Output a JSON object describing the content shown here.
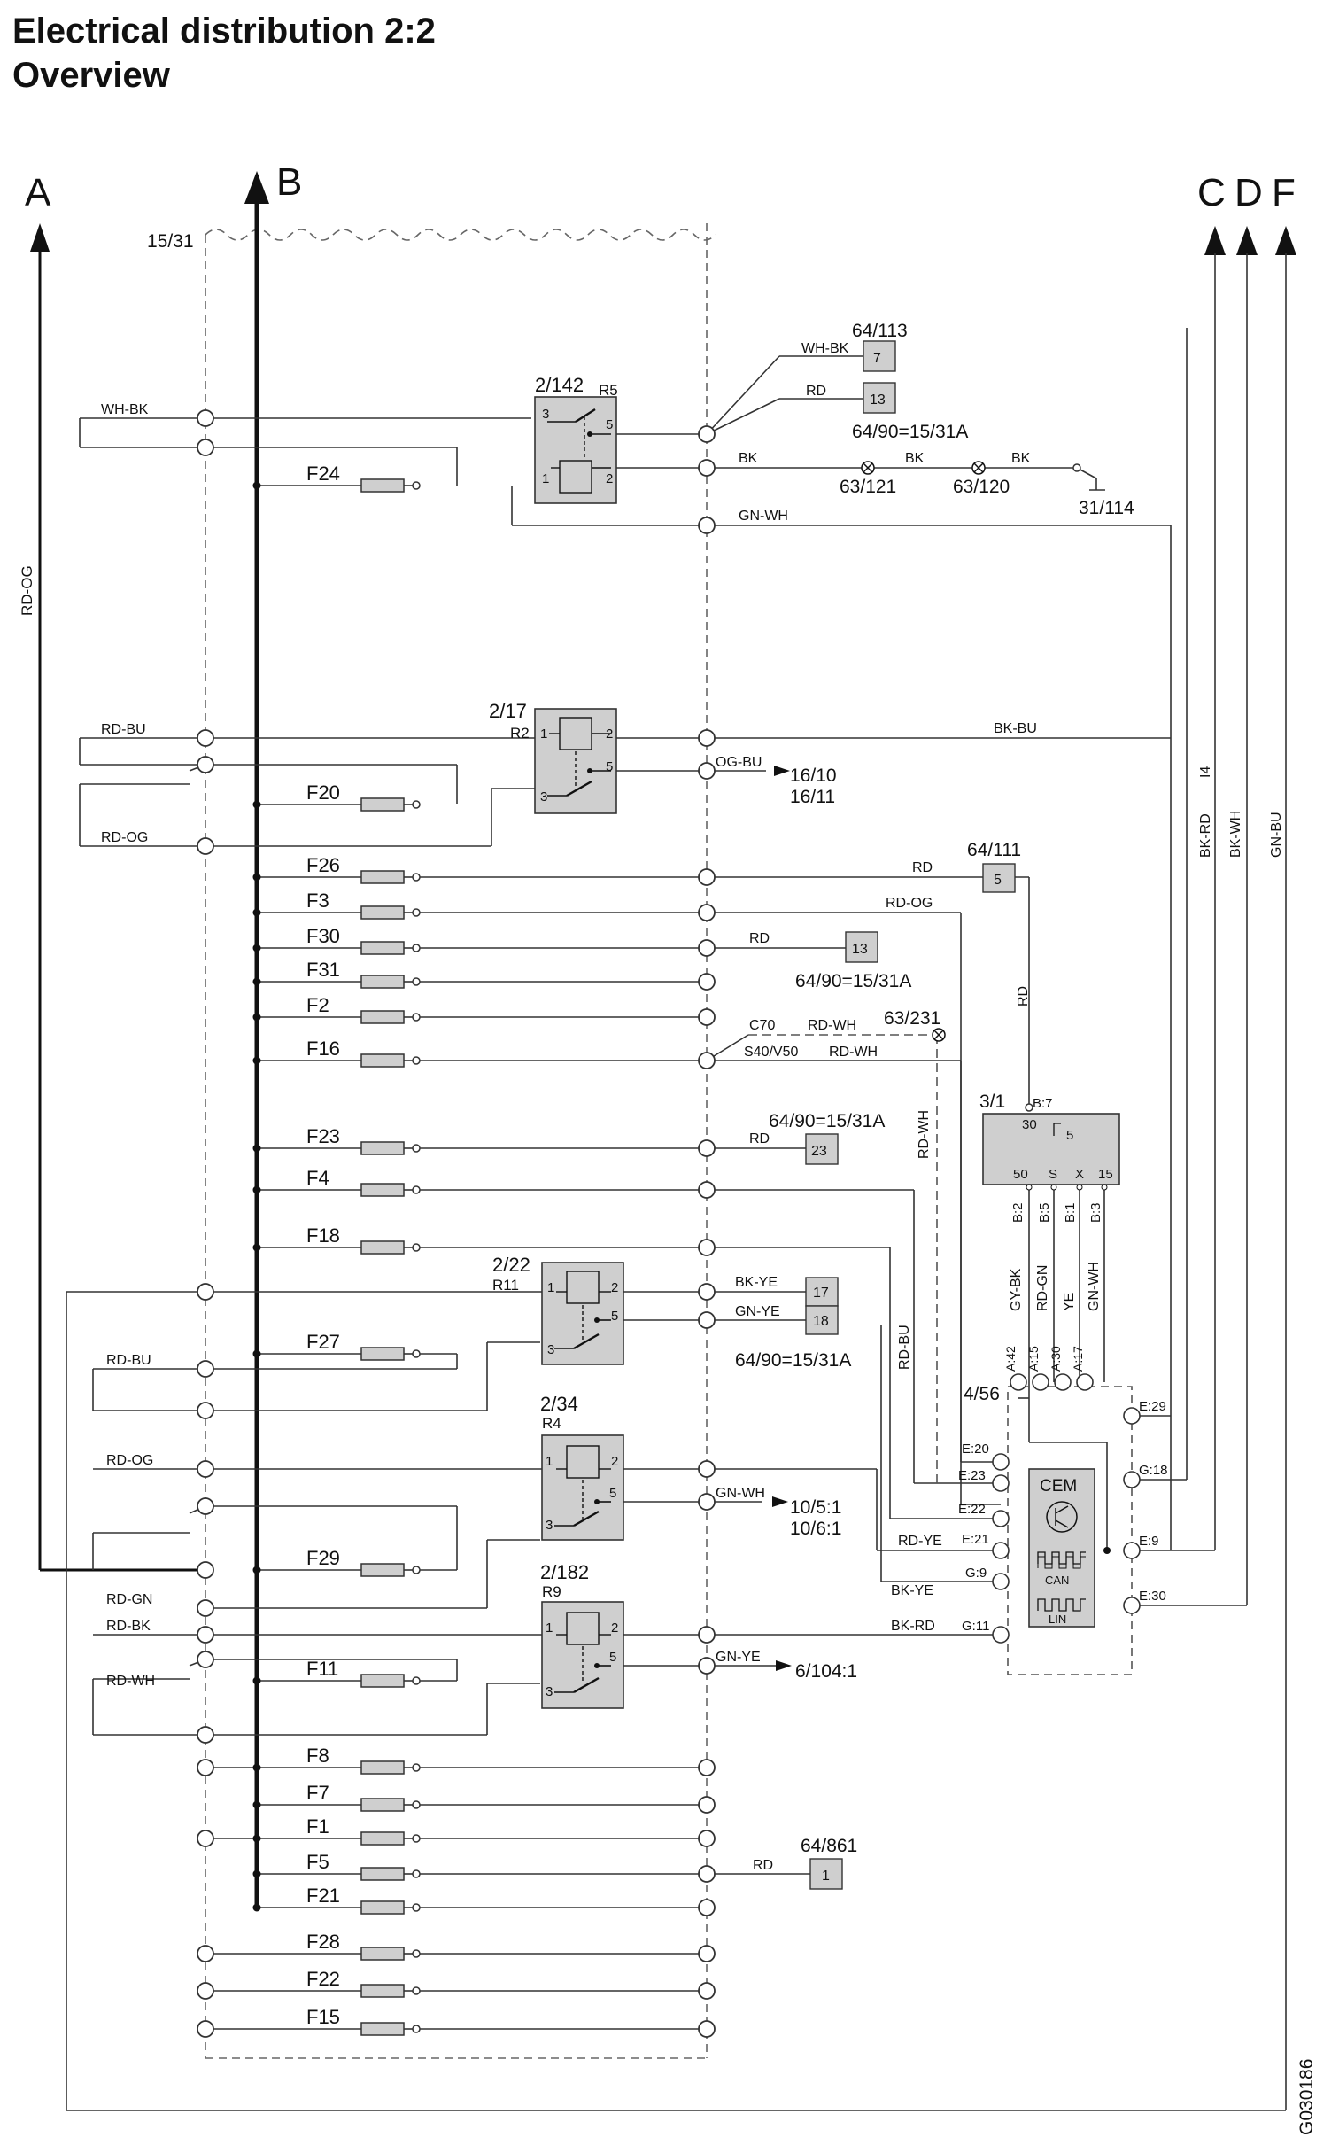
{
  "title": {
    "line1": "Electrical distribution 2:2",
    "line2": "Overview"
  },
  "drawing_id": "G030186",
  "bus": {
    "label": "15/31"
  },
  "arrows": {
    "a": "A",
    "b": "B",
    "c": "C",
    "d": "D",
    "f": "F"
  },
  "wire_labels": {
    "rd_og_main": "RD-OG",
    "wh_bk_left": "WH-BK",
    "rd_bu_1": "RD-BU",
    "rd_og_1": "RD-OG",
    "rd_bu_2": "RD-BU",
    "rd_og_2": "RD-OG",
    "rd_gn": "RD-GN",
    "rd_bk": "RD-BK",
    "rd_wh": "RD-WH",
    "wh_bk_right": "WH-BK",
    "rd_13_top": "RD",
    "bk_1": "BK",
    "bk_2": "BK",
    "bk_3": "BK",
    "gn_wh_1": "GN-WH",
    "bk_bu": "BK-BU",
    "og_bu": "OG-BU",
    "rd_f26": "RD",
    "rd_og_f3": "RD-OG",
    "rd_f30": "RD",
    "c70": "C70",
    "rd_wh_c70": "RD-WH",
    "s40v50": "S40/V50",
    "rd_wh_f16": "RD-WH",
    "rd_f23": "RD",
    "rd_wh_vert": "RD-WH",
    "rd_vert": "RD",
    "bk_ye_1": "BK-YE",
    "gn_ye_1": "GN-YE",
    "rd_bu_vert": "RD-BU",
    "gn_wh_2": "GN-WH",
    "rd_ye": "RD-YE",
    "bk_ye_2": "BK-YE",
    "bk_rd_1": "BK-RD",
    "gn_ye_2": "GN-YE",
    "rd_f5": "RD",
    "gy_bk": "GY-BK",
    "rd_gn_v": "RD-GN",
    "ye": "YE",
    "gn_wh_v": "GN-WH",
    "bk_rd_v": "BK-RD",
    "i4": "I4",
    "bk_wh_v": "BK-WH",
    "gn_bu_v": "GN-BU"
  },
  "fuses": [
    "F24",
    "F20",
    "F26",
    "F3",
    "F30",
    "F31",
    "F2",
    "F16",
    "F23",
    "F4",
    "F18",
    "F27",
    "F29",
    "F11",
    "F8",
    "F7",
    "F1",
    "F5",
    "F21",
    "F28",
    "F22",
    "F15"
  ],
  "relays": {
    "r5": {
      "id": "2/142",
      "name": "R5"
    },
    "r2": {
      "id": "2/17",
      "name": "R2"
    },
    "r11": {
      "id": "2/22",
      "name": "R11"
    },
    "r4": {
      "id": "2/34",
      "name": "R4"
    },
    "r9": {
      "id": "2/182",
      "name": "R9"
    }
  },
  "relay_pins": {
    "p1": "1",
    "p2": "2",
    "p3": "3",
    "p5": "5"
  },
  "connectors": {
    "c64_113": "64/113",
    "pin7": "7",
    "pin13a": "13",
    "c64_90a": "64/90=15/31A",
    "c63_121": "63/121",
    "c63_120": "63/120",
    "c31_114": "31/114",
    "c16_10": "16/10",
    "c16_11": "16/11",
    "c64_111": "64/111",
    "pin5": "5",
    "pin13b": "13",
    "c64_90b": "64/90=15/31A",
    "c63_231": "63/231",
    "c64_90c": "64/90=15/31A",
    "pin23": "23",
    "pin17": "17",
    "pin18": "18",
    "c64_90d": "64/90=15/31A",
    "c10_5_1": "10/5:1",
    "c10_6_1": "10/6:1",
    "c6_104_1": "6/104:1",
    "c64_861": "64/861",
    "pin1": "1"
  },
  "module_3_1": {
    "id": "3/1",
    "b7": "B:7",
    "p30": "30",
    "p5": "5",
    "p50": "50",
    "pS": "S",
    "pX": "X",
    "p15": "15",
    "b2": "B:2",
    "b5": "B:5",
    "b1": "B:1",
    "b3": "B:3"
  },
  "cem": {
    "id": "4/56",
    "name": "CEM",
    "can": "CAN",
    "lin": "LIN",
    "pins": {
      "a42": "A:42",
      "a15": "A:15",
      "a30": "A:30",
      "a17": "A:17",
      "e29": "E:29",
      "e20": "E:20",
      "e23": "E:23",
      "g18": "G:18",
      "e22": "E:22",
      "e21": "E:21",
      "e9": "E:9",
      "g9": "G:9",
      "g11": "G:11",
      "e30": "E:30"
    }
  }
}
